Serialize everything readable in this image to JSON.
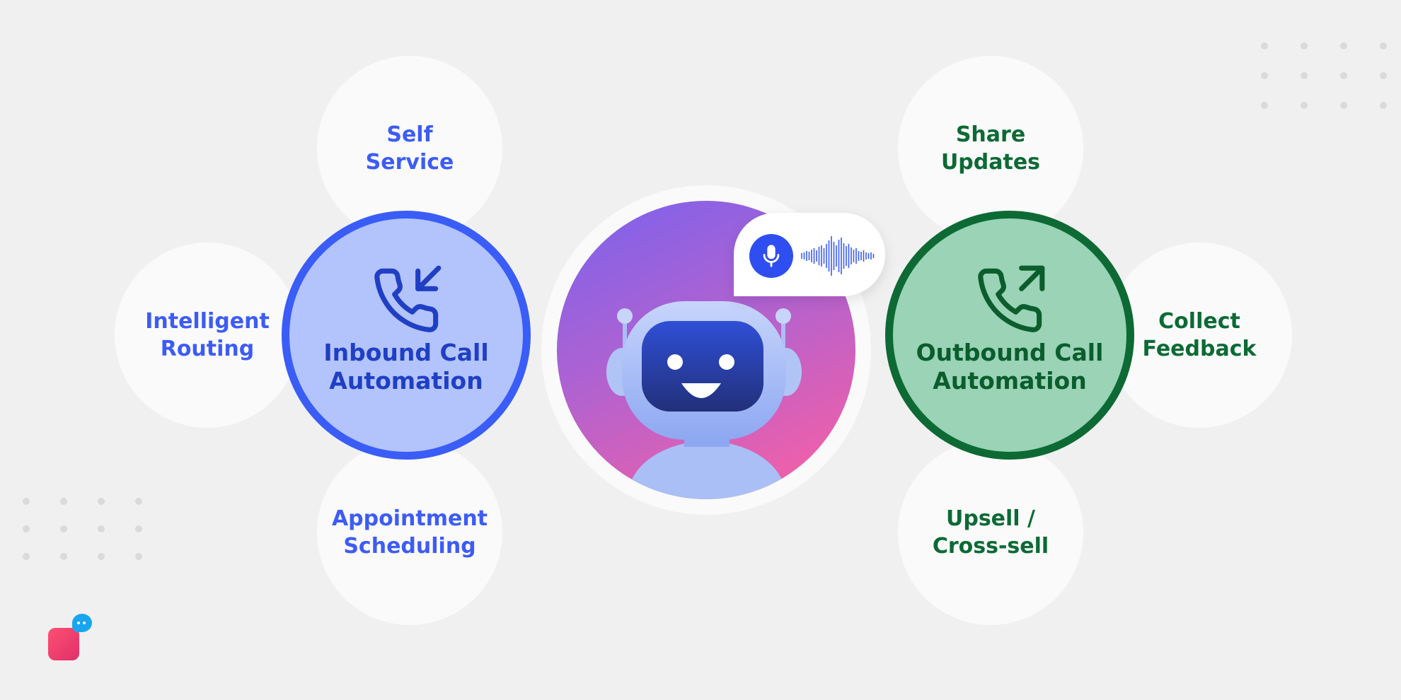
{
  "center": {
    "inbound": {
      "title": "Inbound Call\nAutomation",
      "icon": "phone-incoming-icon",
      "border_color": "#3a5df7",
      "fill_color": "#b3c3fc"
    },
    "outbound": {
      "title": "Outbound Call\nAutomation",
      "icon": "phone-outgoing-icon",
      "border_color": "#0d6a34",
      "fill_color": "#9ad3b5"
    },
    "bot": {
      "icon": "robot-icon",
      "gradient": [
        "#7f66f0",
        "#ff5fa0"
      ]
    },
    "voice_bubble": {
      "icon": "microphone-icon",
      "wave_icon": "sound-wave-icon"
    }
  },
  "inbound_features": [
    {
      "label": "Self\nService"
    },
    {
      "label": "Intelligent\nRouting"
    },
    {
      "label": "Appointment\nScheduling"
    }
  ],
  "outbound_features": [
    {
      "label": "Share\nUpdates"
    },
    {
      "label": "Collect\nFeedback"
    },
    {
      "label": "Upsell /\nCross-sell"
    }
  ],
  "brand": {
    "icon": "chat-logo-icon",
    "color": "#ef3a6c",
    "accent": "#1aa6ee"
  },
  "colors": {
    "blue_text": "#3d5cf5",
    "green_text": "#0c6a35",
    "background": "#f0f0f0"
  }
}
